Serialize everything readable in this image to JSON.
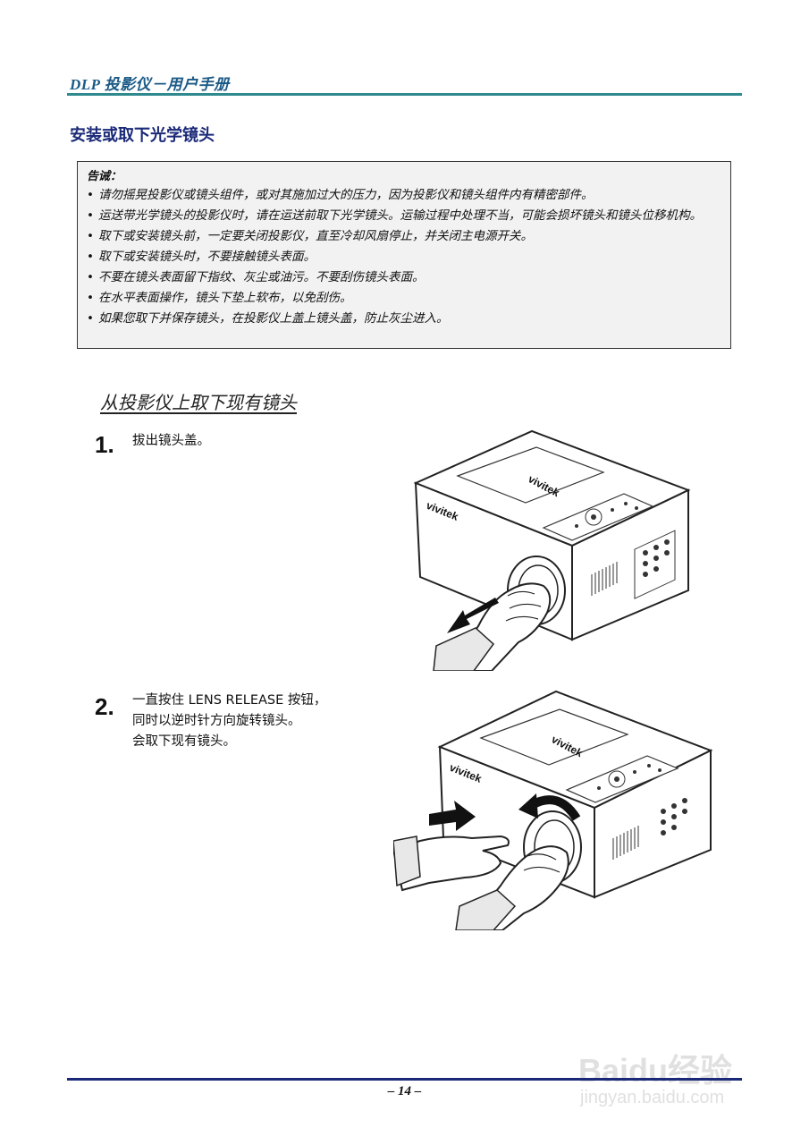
{
  "header": {
    "title": "DLP 投影仪－用户手册"
  },
  "section": {
    "heading": "安装或取下光学镜头"
  },
  "warning": {
    "label": "告诫：",
    "items": [
      "请勿摇晃投影仪或镜头组件，或对其施加过大的压力，因为投影仪和镜头组件内有精密部件。",
      "运送带光学镜头的投影仪时，请在运送前取下光学镜头。运输过程中处理不当，可能会损坏镜头和镜头位移机构。",
      "取下或安装镜头前，一定要关闭投影仪，直至冷却风扇停止，并关闭主电源开关。",
      "取下或安装镜头时，不要接触镜头表面。",
      "不要在镜头表面留下指纹、灰尘或油污。不要刮伤镜头表面。",
      "在水平表面操作，镜头下垫上软布，以免刮伤。",
      "如果您取下并保存镜头，在投影仪上盖上镜头盖，防止灰尘进入。"
    ]
  },
  "procedure": {
    "subheading": "从投影仪上取下现有镜头",
    "steps": [
      {
        "number": "1.",
        "lines": [
          "拔出镜头盖。"
        ]
      },
      {
        "number": "2.",
        "lines": [
          "一直按住 LENS RELEASE 按钮，",
          "同时以逆时针方向旋转镜头。",
          "会取下现有镜头。"
        ]
      }
    ],
    "illustration_brand": "vivitek"
  },
  "footer": {
    "page_number": "– 14 –"
  },
  "watermark": {
    "brand": "Baidu经验",
    "url": "jingyan.baidu.com"
  }
}
